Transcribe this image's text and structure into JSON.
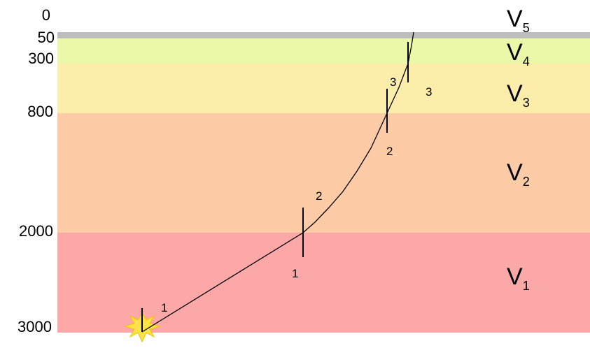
{
  "layers": [
    {
      "name": "V",
      "sub": "5",
      "top_depth": 0,
      "bottom_depth": 50,
      "color": "#bdbdbd"
    },
    {
      "name": "V",
      "sub": "4",
      "top_depth": 50,
      "bottom_depth": 300,
      "color": "#eaf8a8"
    },
    {
      "name": "V",
      "sub": "3",
      "top_depth": 300,
      "bottom_depth": 800,
      "color": "#fdedaa"
    },
    {
      "name": "V",
      "sub": "2",
      "top_depth": 800,
      "bottom_depth": 2000,
      "color": "#fdcca6"
    },
    {
      "name": "V",
      "sub": "1",
      "top_depth": 2000,
      "bottom_depth": 3000,
      "color": "#fca8a8"
    }
  ],
  "depth_labels": [
    "0",
    "50",
    "300",
    "800",
    "2000",
    "3000"
  ],
  "segment_labels_left": [
    "1",
    "2",
    "3"
  ],
  "segment_labels_right": [
    "1",
    "2",
    "3"
  ],
  "source": {
    "icon": "explosion-icon",
    "color": "#fde24a"
  }
}
